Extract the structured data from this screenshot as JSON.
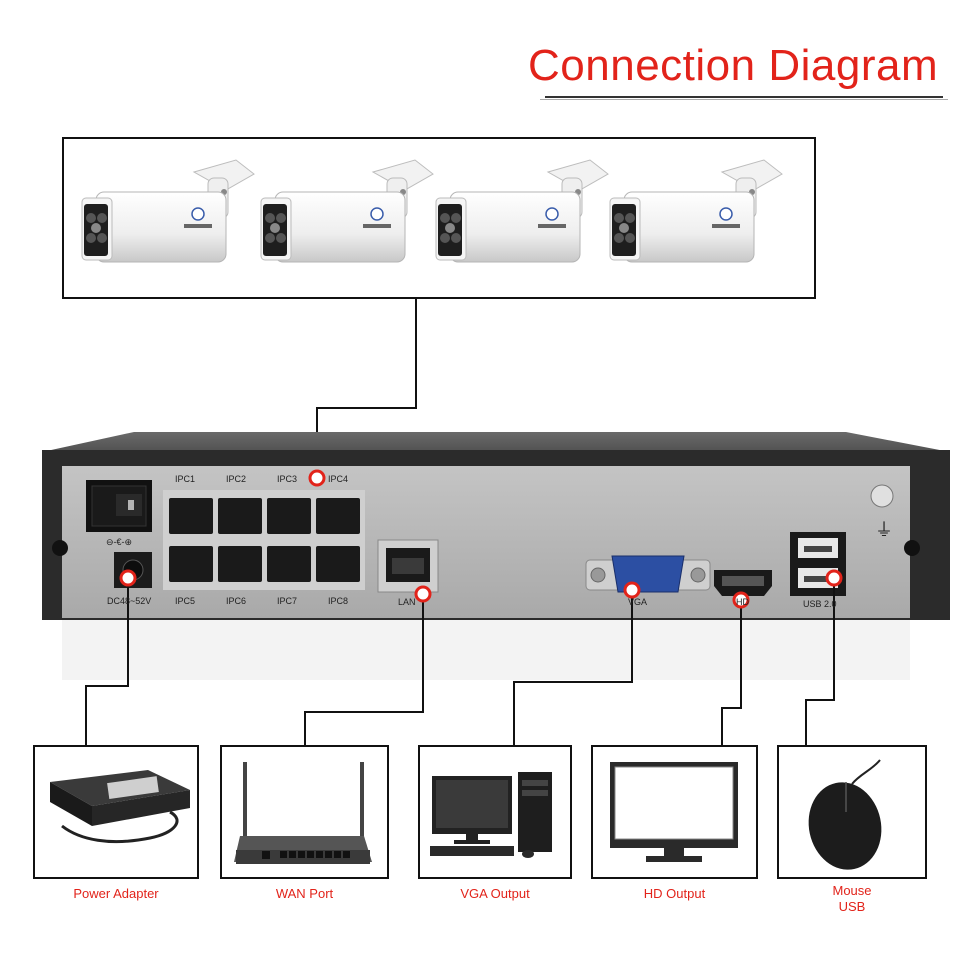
{
  "title": "Connection Diagram",
  "nvr": {
    "port_labels": {
      "ipc1": "IPC1",
      "ipc2": "IPC2",
      "ipc3": "IPC3",
      "ipc4": "IPC4",
      "ipc5": "IPC5",
      "ipc6": "IPC6",
      "ipc7": "IPC7",
      "ipc8": "IPC8",
      "dc": "DC48~52V",
      "lan": "LAN",
      "vga": "VGA",
      "hd": "HD",
      "usb": "USB 2.0"
    }
  },
  "devices": [
    {
      "caption": "Power Adapter"
    },
    {
      "caption": "WAN Port"
    },
    {
      "caption": "VGA Output"
    },
    {
      "caption": "HD Output"
    },
    {
      "caption_line1": "Mouse",
      "caption_line2": "USB"
    }
  ],
  "colors": {
    "accent": "#e2231a",
    "nvr_panel": "#b3b3b3",
    "nvr_case": "#2a2a2a",
    "line": "#111111"
  }
}
